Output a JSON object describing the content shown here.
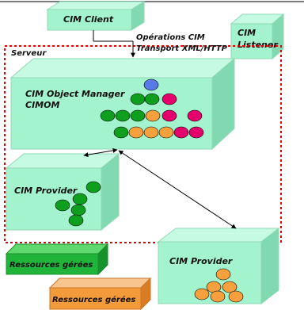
{
  "boxes": {
    "cim_client": "CIM Client",
    "cim_listener_line1": "CIM",
    "cim_listener_line2": "Listener",
    "server_label": "Serveur",
    "cimom_line1": "CIM Object Manager",
    "cimom_line2": "CIMOM",
    "provider_left": "CIM Provider",
    "provider_right": "CIM Provider",
    "resources_green": "Ressources gérées",
    "resources_orange": "Ressources gérées"
  },
  "operations": {
    "line1": "Opérations CIM",
    "line2": "Transport XML/HTTP"
  },
  "colors": {
    "box_face": "#a4f3cf",
    "box_top": "#c7fae2",
    "box_side": "#80d9b0",
    "green_dot": "#0f9f1f",
    "pink_dot": "#e4006a",
    "orange_dot": "#f7a13e",
    "blue_dot": "#5a79e8",
    "server_border": "#e00000",
    "green_resource": "#20b43a",
    "orange_resource": "#f39a3b"
  }
}
